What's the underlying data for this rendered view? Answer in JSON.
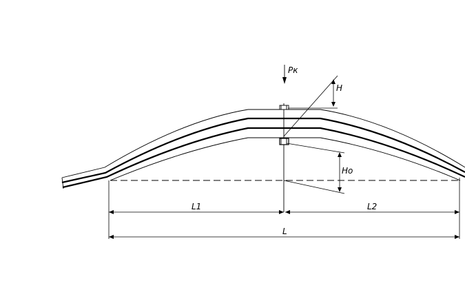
{
  "diagram": {
    "labels": {
      "force": "Pк",
      "arc_height": "H",
      "free_height": "Ho",
      "left_length": "L1",
      "right_length": "L2",
      "total_length": "L"
    }
  }
}
